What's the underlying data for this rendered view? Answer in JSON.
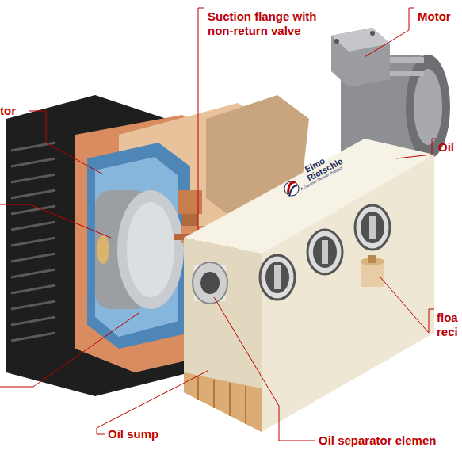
{
  "diagram": {
    "labels": [
      "Suction flange with non-return valve",
      "Motor",
      "tor",
      "Oil",
      "floa reci",
      "Oil sump",
      "Oil separator elemen",
      "Elmo",
      "Rietschle",
      "A Gardner Denver Product"
    ]
  }
}
